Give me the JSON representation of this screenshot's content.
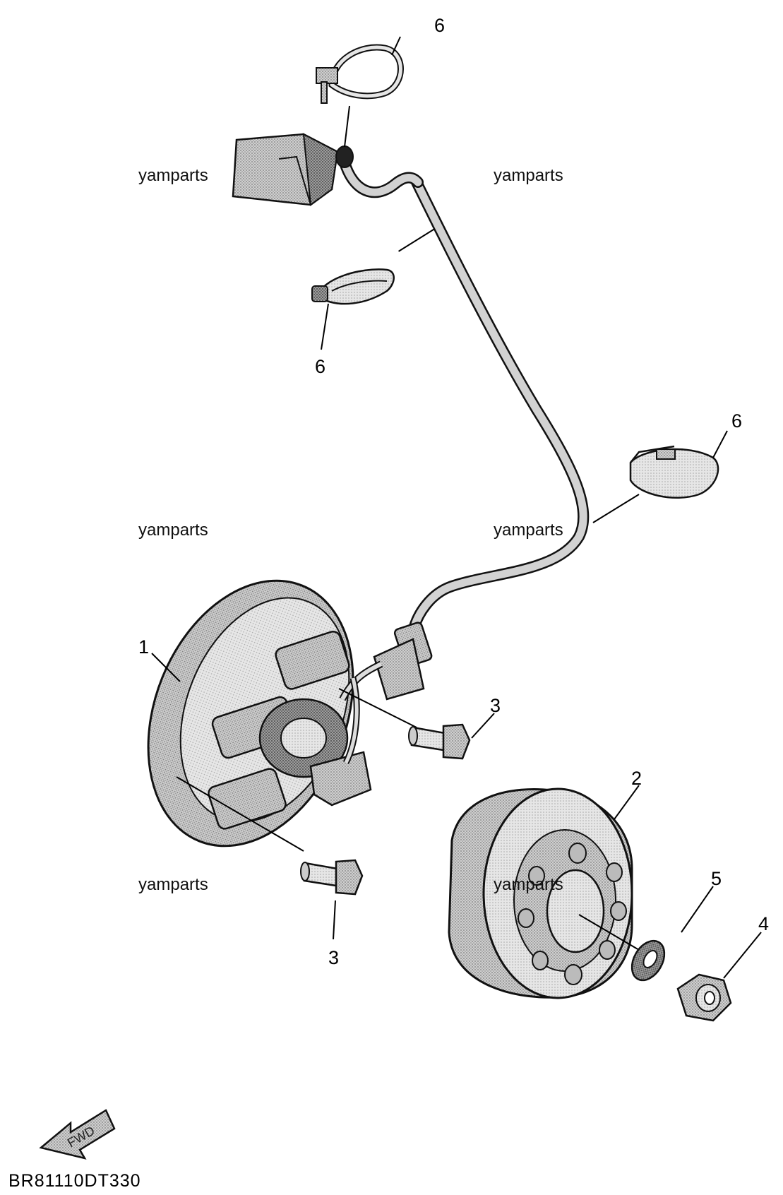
{
  "callouts": {
    "magneto_base": "1",
    "rotor": "2",
    "screw_upper": "3",
    "screw_lower": "3",
    "nut": "4",
    "washer": "5",
    "clamp_top": "6",
    "clamp_mid": "6",
    "clamp_right": "6"
  },
  "watermarks": [
    "yamparts",
    "yamparts",
    "yamparts",
    "yamparts",
    "yamparts",
    "yamparts"
  ],
  "fwd_label": "FWD",
  "diagram_code": "BR81110DT330"
}
